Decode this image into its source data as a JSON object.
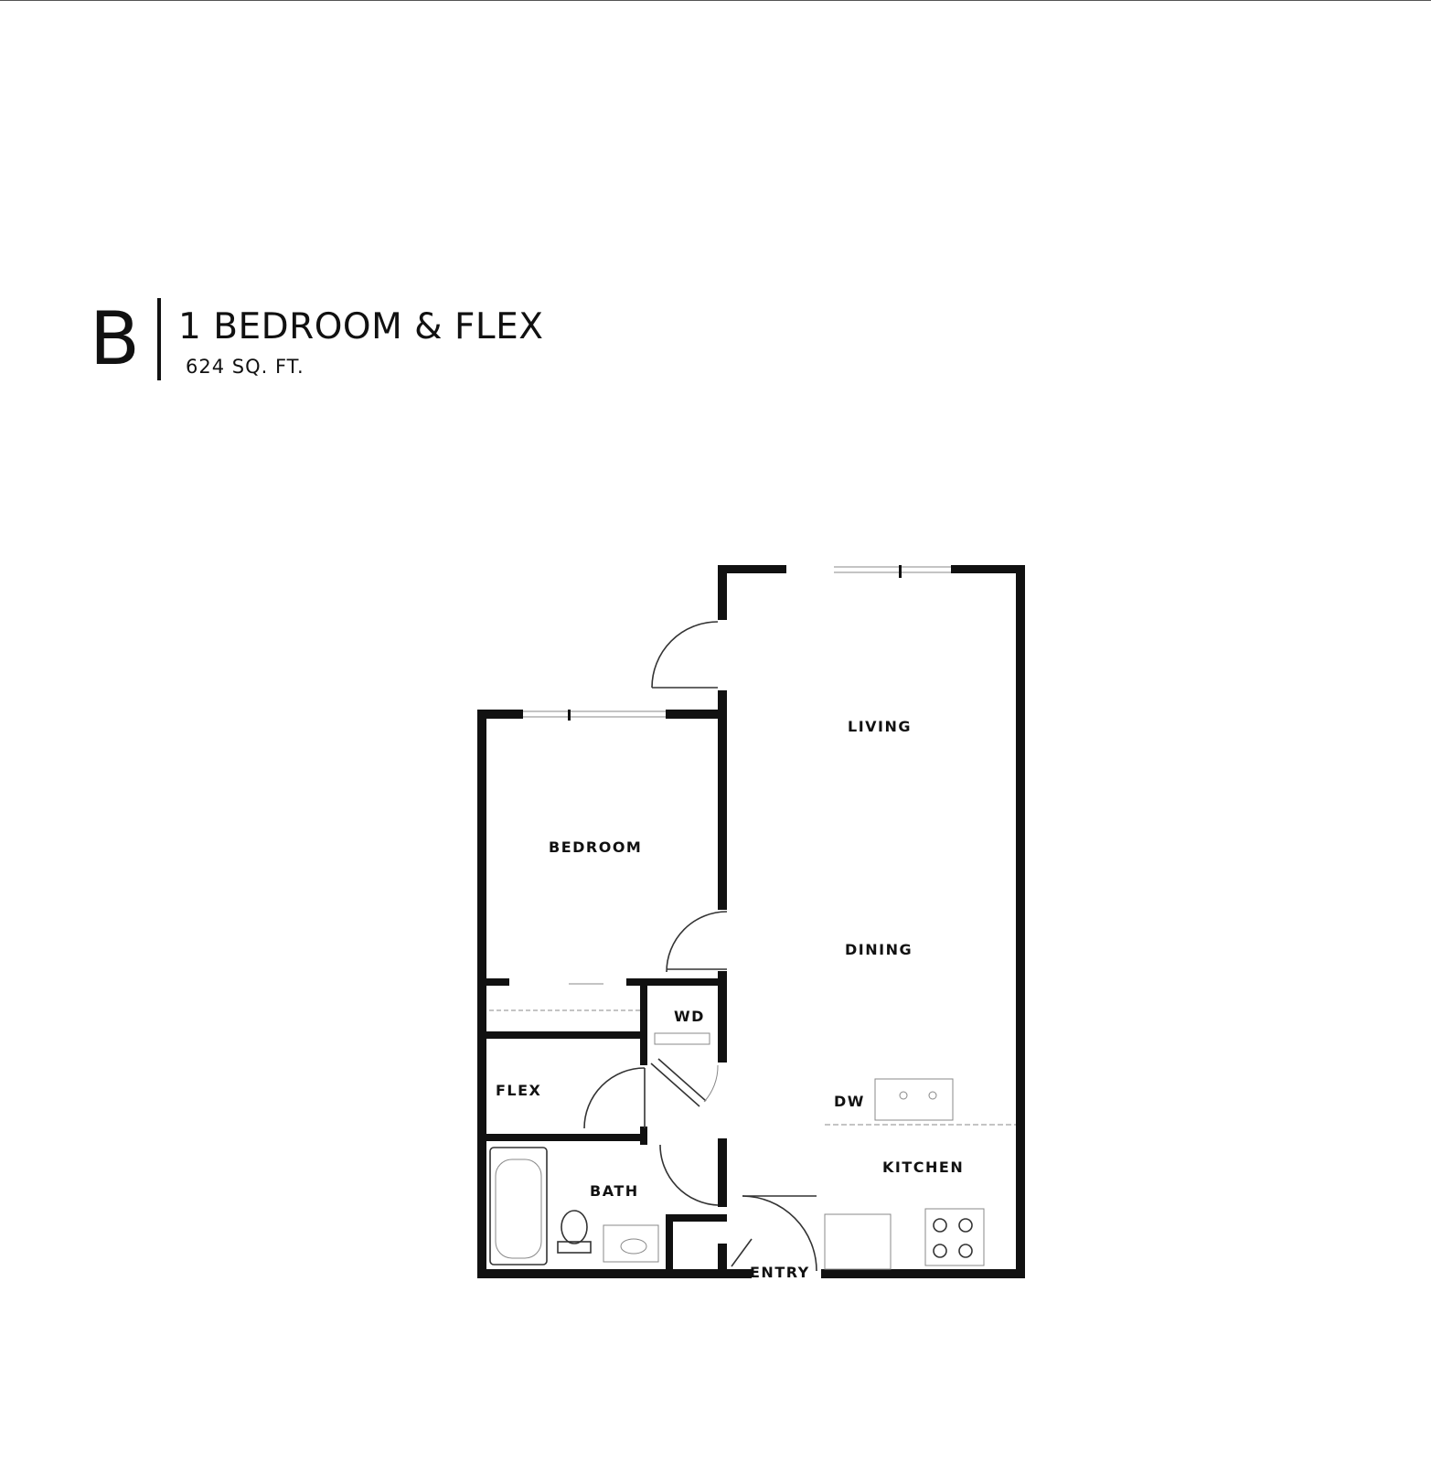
{
  "header": {
    "unit_letter": "B",
    "plan_name": "1 BEDROOM & FLEX",
    "area": "624 SQ. FT."
  },
  "rooms": {
    "living": "LIVING",
    "bedroom": "BEDROOM",
    "dining": "DINING",
    "wd": "WD",
    "flex": "FLEX",
    "dw": "DW",
    "kitchen": "KITCHEN",
    "bath": "BATH",
    "entry": "ENTRY"
  }
}
